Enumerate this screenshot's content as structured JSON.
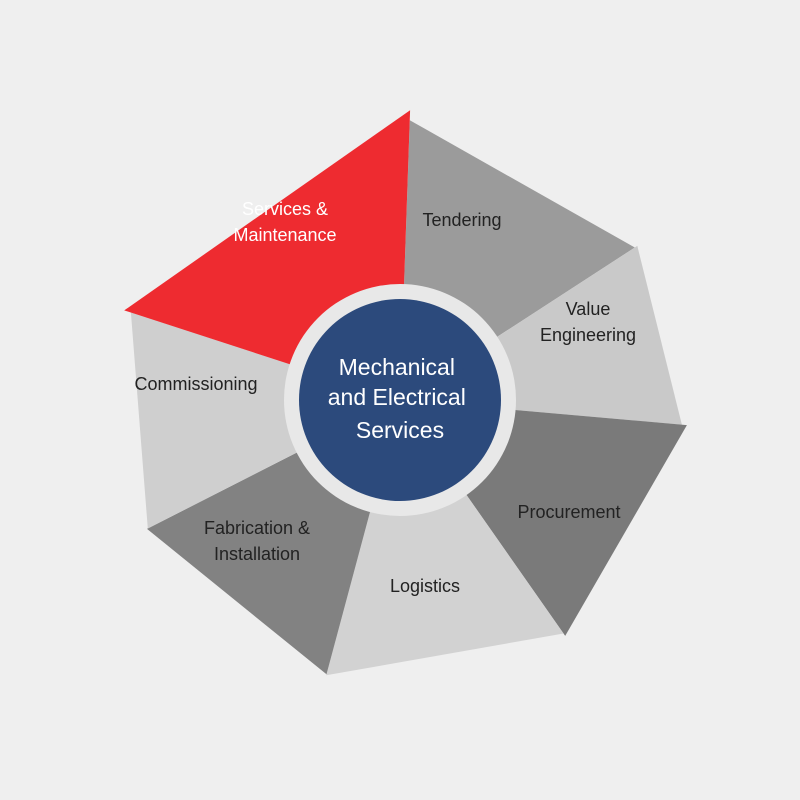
{
  "diagram": {
    "center": {
      "lines": [
        "Mechanical",
        "and Electrical",
        "Services"
      ],
      "color": "#2c4a7c",
      "text_color": "#ffffff"
    },
    "ring_color": "#e8e8e8",
    "segments": [
      {
        "id": "tendering",
        "lines": [
          "Tendering"
        ],
        "color": "#9b9b9b",
        "text_color": "#222222",
        "highlighted": false
      },
      {
        "id": "value-engineering",
        "lines": [
          "Value",
          "Engineering"
        ],
        "color": "#c9c9c9",
        "text_color": "#222222",
        "highlighted": false
      },
      {
        "id": "procurement",
        "lines": [
          "Procurement"
        ],
        "color": "#7a7a7a",
        "text_color": "#222222",
        "highlighted": false
      },
      {
        "id": "logistics",
        "lines": [
          "Logistics"
        ],
        "color": "#d2d2d2",
        "text_color": "#222222",
        "highlighted": false
      },
      {
        "id": "fabrication-installation",
        "lines": [
          "Fabrication &",
          "Installation"
        ],
        "color": "#828282",
        "text_color": "#222222",
        "highlighted": false
      },
      {
        "id": "commissioning",
        "lines": [
          "Commissioning"
        ],
        "color": "#cfcfcf",
        "text_color": "#222222",
        "highlighted": false
      },
      {
        "id": "services-maintenance",
        "lines": [
          "Services &",
          "Maintenance"
        ],
        "color": "#ee2b30",
        "text_color": "#ffffff",
        "highlighted": true
      }
    ]
  }
}
